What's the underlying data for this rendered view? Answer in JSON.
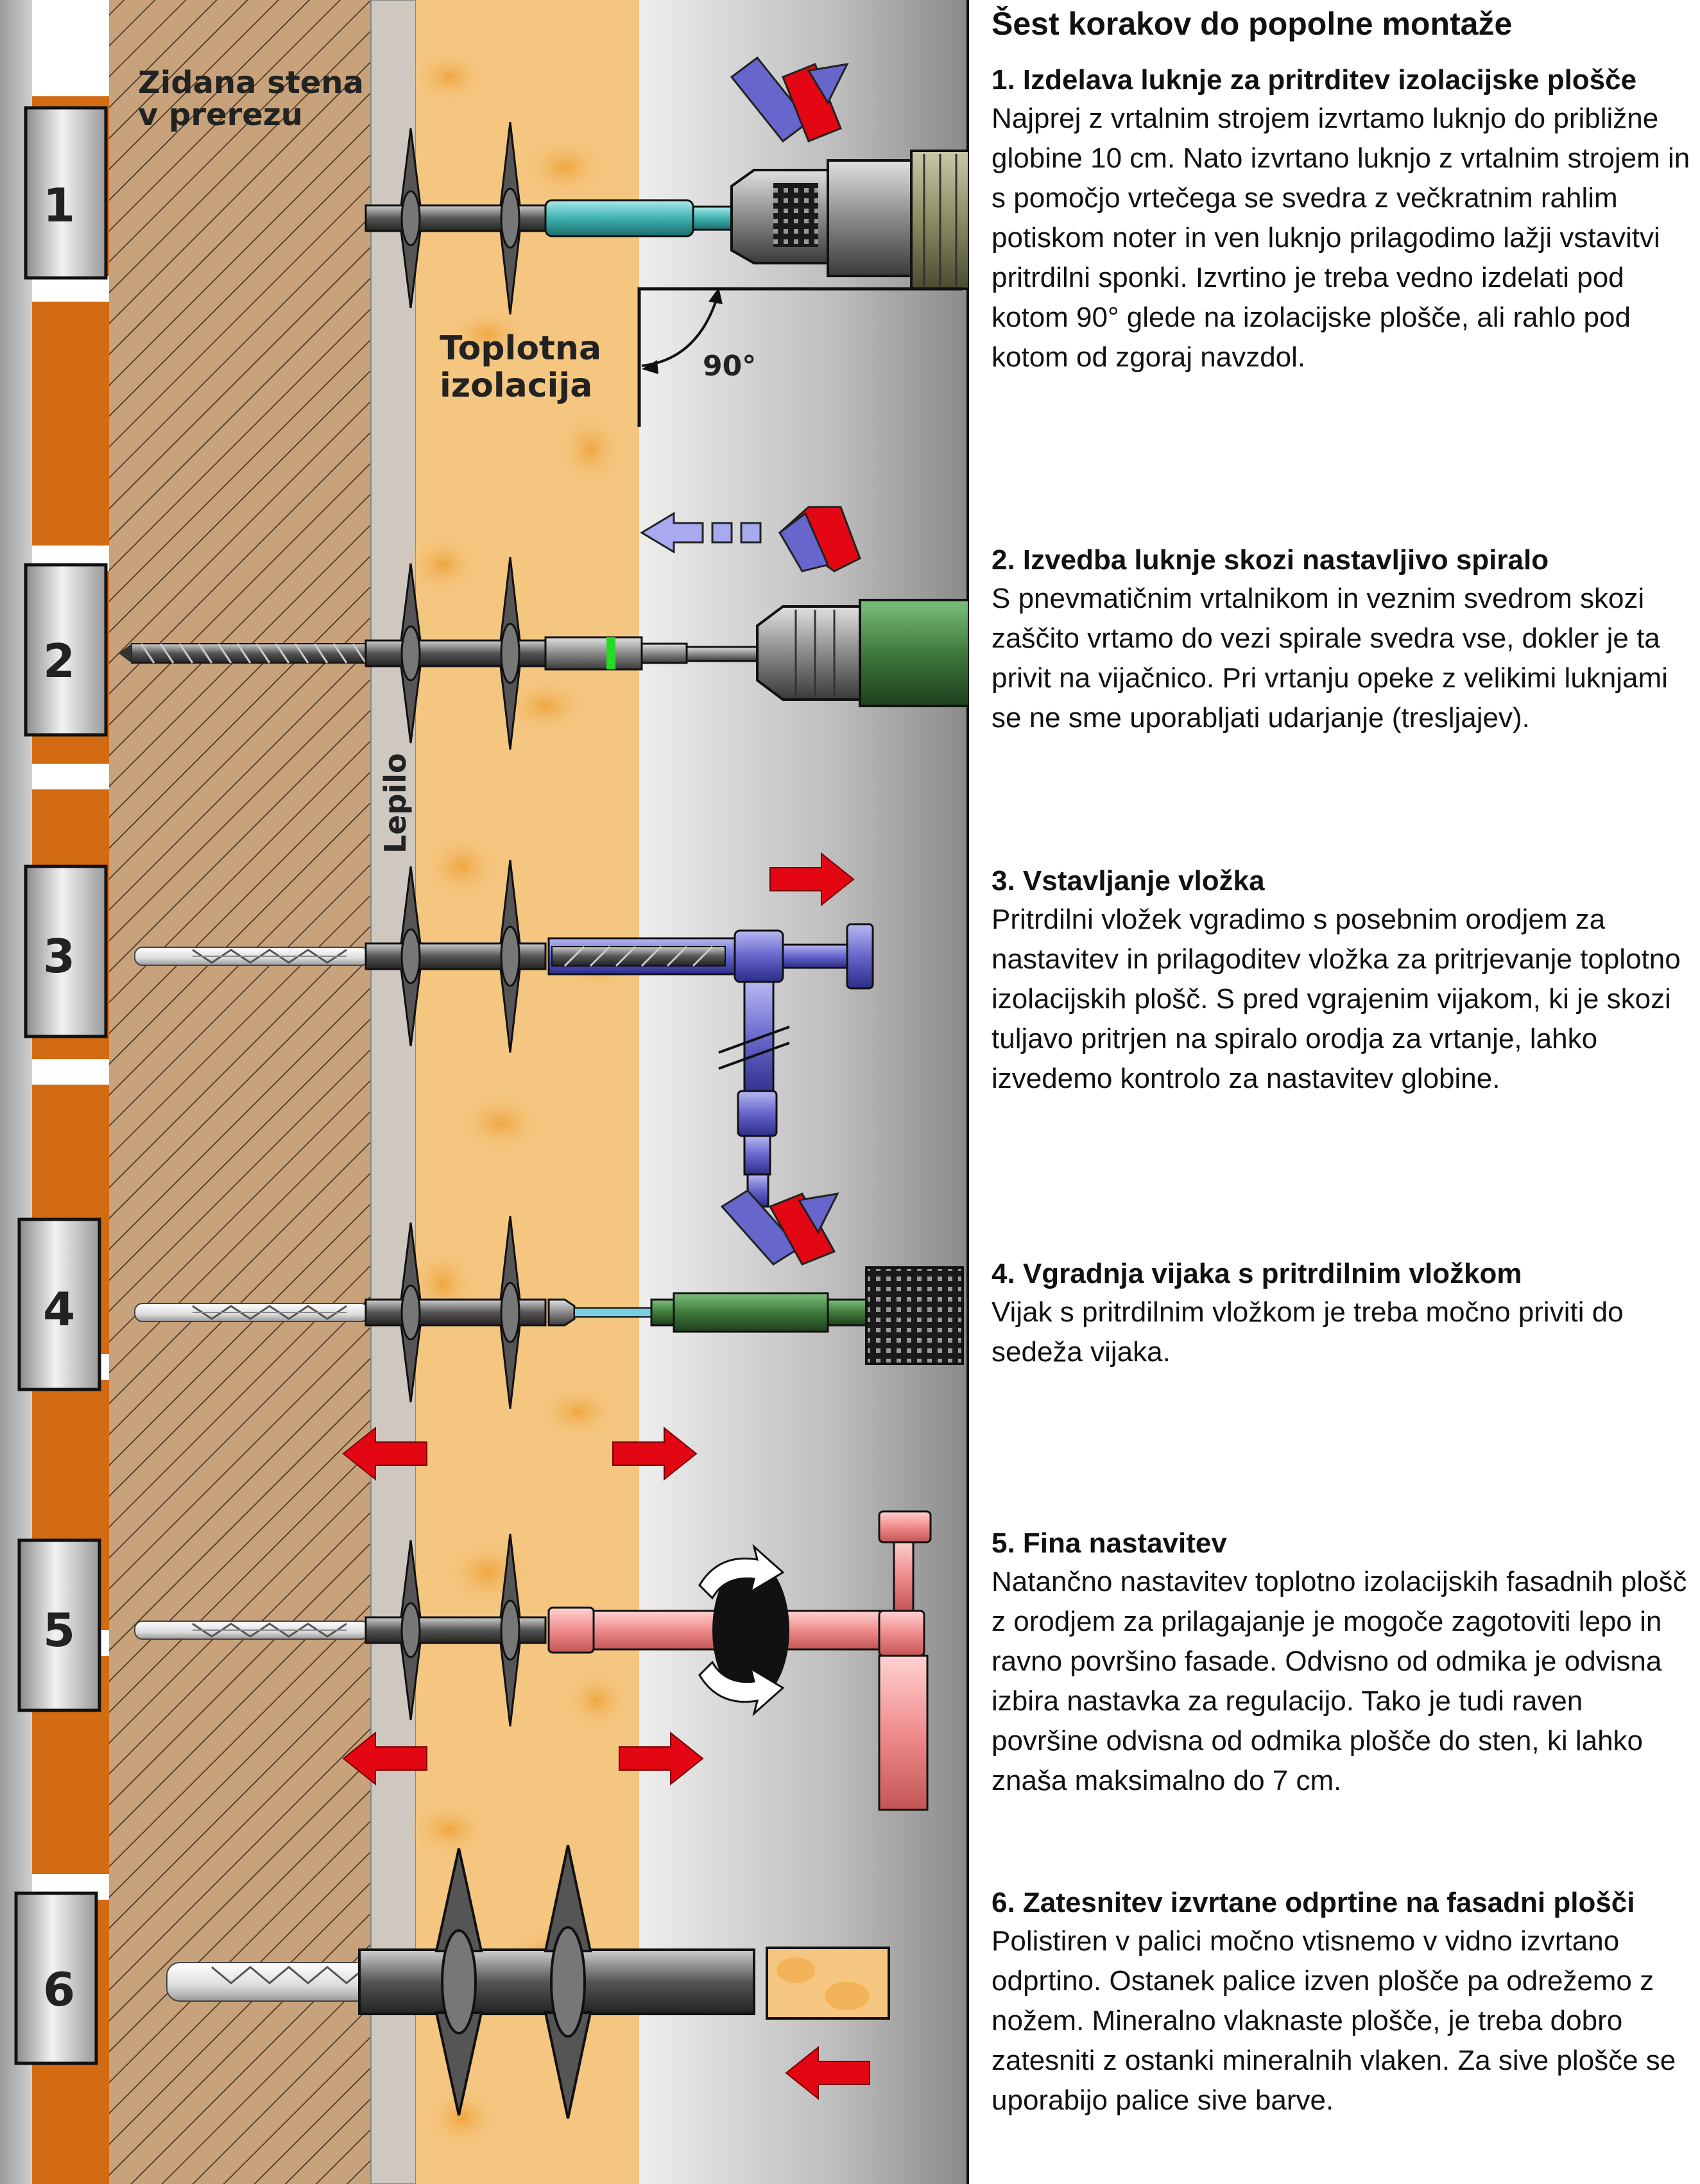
{
  "title": "Šest korakov do popolne montaže",
  "labels": {
    "wall": [
      "Zidana stena",
      "v prerezu"
    ],
    "insulation": [
      "Toplotna",
      "izolacija"
    ],
    "adhesive": "Lepilo",
    "angle": "90°"
  },
  "step_numbers": [
    "1",
    "2",
    "3",
    "4",
    "5",
    "6"
  ],
  "steps": [
    {
      "heading": "1. Izdelava luknje za pritrditev izolacijske plošče",
      "text": "Najprej z vrtalnim strojem izvrtamo luknjo do približne globine 10 cm. Nato izvrtano luknjo z vrtalnim strojem in s pomočjo vrtečega se svedra z večkratnim rahlim potiskom noter in ven luknjo prilagodimo lažji vstavitvi pritrdilni sponki. Izvrtino je treba vedno izdelati pod kotom 90° glede na izolacijske plošče, ali rahlo pod kotom od zgoraj navzdol."
    },
    {
      "heading": "2. Izvedba luknje skozi nastavljivo spiralo",
      "text": "S pnevmatičnim vrtalnikom in veznim svedrom skozi zaščito vrtamo do vezi spirale svedra vse, dokler je ta privit na vijačnico. Pri vrtanju opeke z velikimi luknjami se ne sme uporabljati udarjanje (tresljajev)."
    },
    {
      "heading": "3. Vstavljanje vložka",
      "text": "Pritrdilni vložek vgradimo s posebnim orodjem za nastavitev in prilagoditev vložka za pritrjevanje toplotno izolacijskih plošč. S pred vgrajenim vijakom, ki je skozi tuljavo pritrjen na spiralo orodja za vrtanje, lahko izvedemo kontrolo za nastavitev globine."
    },
    {
      "heading": "4. Vgradnja vijaka s pritrdilnim vložkom",
      "text": "Vijak s pritrdilnim vložkom je treba močno priviti do sedeža vijaka."
    },
    {
      "heading": "5. Fina nastavitev",
      "text": "Natančno nastavitev toplotno izolacijskih fasadnih plošč z orodjem za prilagajanje je mogoče zagotoviti lepo in ravno površino fasade. Odvisno od odmika je odvisna izbira nastavka za regulacijo. Tako je tudi raven površine odvisna od odmika plošče do sten, ki lahko znaša maksimalno do 7 cm."
    },
    {
      "heading": "6. Zatesnitev izvrtane odprtine na fasadni plošči",
      "text": "Polistiren v palici močno vtisnemo v vidno izvrtano odprtino. Ostanek palice izven plošče pa odrežemo z nožem. Mineralno vlaknaste plošče, je treba dobro zatesniti z ostanki mineralnih vlaken. Za sive plošče se uporabijo palice sive barve."
    }
  ],
  "colors": {
    "accent_red": "#e30613",
    "insulation": "#f4c680",
    "hatch_bg": "#c8a27a",
    "drill_green": "#3f7a3c",
    "tool_blue": "#6666cc",
    "tool_pink": "#f08c8c",
    "anchor_teal": "#5fc8c8"
  }
}
